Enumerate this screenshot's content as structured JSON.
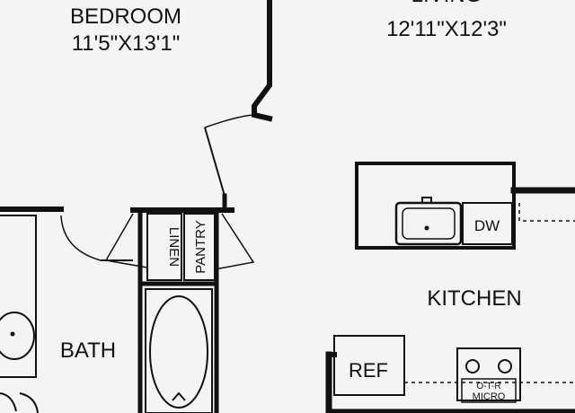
{
  "rooms": {
    "bedroom": {
      "name": "BEDROOM",
      "dims": "11'5\"X13'1\""
    },
    "living": {
      "name": "LIVING",
      "dims": "12'11\"X12'3\""
    },
    "kitchen": {
      "name": "KITCHEN"
    },
    "bath": {
      "name": "BATH"
    },
    "linen": {
      "name": "LINEN"
    },
    "pantry": {
      "name": "PANTRY"
    }
  },
  "appliances": {
    "dishwasher": "DW",
    "refrigerator": "REF",
    "microwave_line1": "O-T-R",
    "microwave_line2": "MICRO"
  },
  "colors": {
    "line": "#111111",
    "paper": "#f4f4f2"
  }
}
